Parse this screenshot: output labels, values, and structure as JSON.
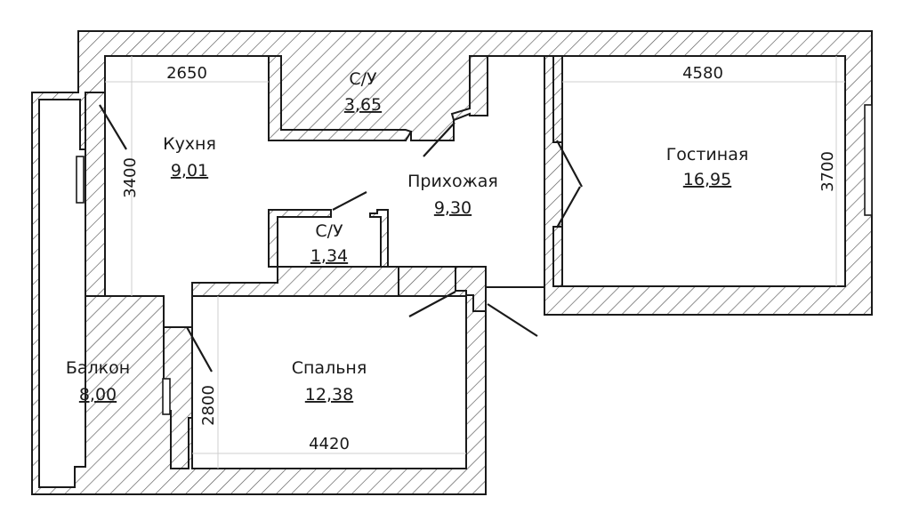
{
  "rooms": {
    "kitchen": {
      "name": "Кухня",
      "area": "9,01",
      "width_dim": "2650",
      "height_dim": "3400"
    },
    "bath1": {
      "name": "С/У",
      "area": "3,65"
    },
    "bath2": {
      "name": "С/У",
      "area": "1,34"
    },
    "hall": {
      "name": "Прихожая",
      "area": "9,30"
    },
    "living": {
      "name": "Гостиная",
      "area": "16,95",
      "width_dim": "4580",
      "height_dim": "3700"
    },
    "bedroom": {
      "name": "Спальня",
      "area": "12,38",
      "width_dim": "4420",
      "height_dim": "2800"
    },
    "balcony": {
      "name": "Балкон",
      "area": "8,00"
    }
  }
}
